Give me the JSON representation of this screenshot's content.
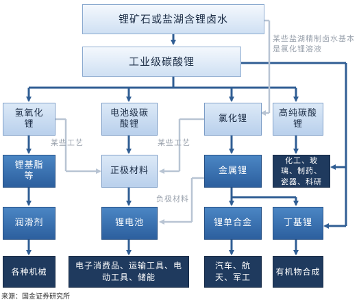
{
  "nodes": {
    "source": "锂矿石或盐湖含锂卤水",
    "industrial": "工业级碳酸锂",
    "lioh": "氢氧化锂",
    "battery_carbonate": "电池级碳酸锂",
    "licl": "氯化锂",
    "high_purity": "高纯碳酸锂",
    "grease": "锂基脂等",
    "cathode": "正极材料",
    "metal_li": "金属锂",
    "chem_glass": "化工、玻璃、制药、瓷器、科研",
    "lubricant": "润滑剂",
    "li_battery": "锂电池",
    "li_alloy": "锂单合金",
    "butyl_li": "丁基锂",
    "machinery": "各种机械",
    "electronics": "电子消费品、运输工具、电动工具、储能",
    "auto_aero": "汽车、航天、军工",
    "organic": "有机物合成"
  },
  "notes": {
    "salt_lake": "某些盐湖精制卤水基本是氯化锂溶液",
    "process_left": "某些工艺",
    "process_mid": "某些工艺",
    "anode": "负极材料"
  },
  "source_text": "来源：国金证券研究所",
  "colors": {
    "arrow": "#2f5d93",
    "gray_arrow": "#b8c4d3"
  }
}
